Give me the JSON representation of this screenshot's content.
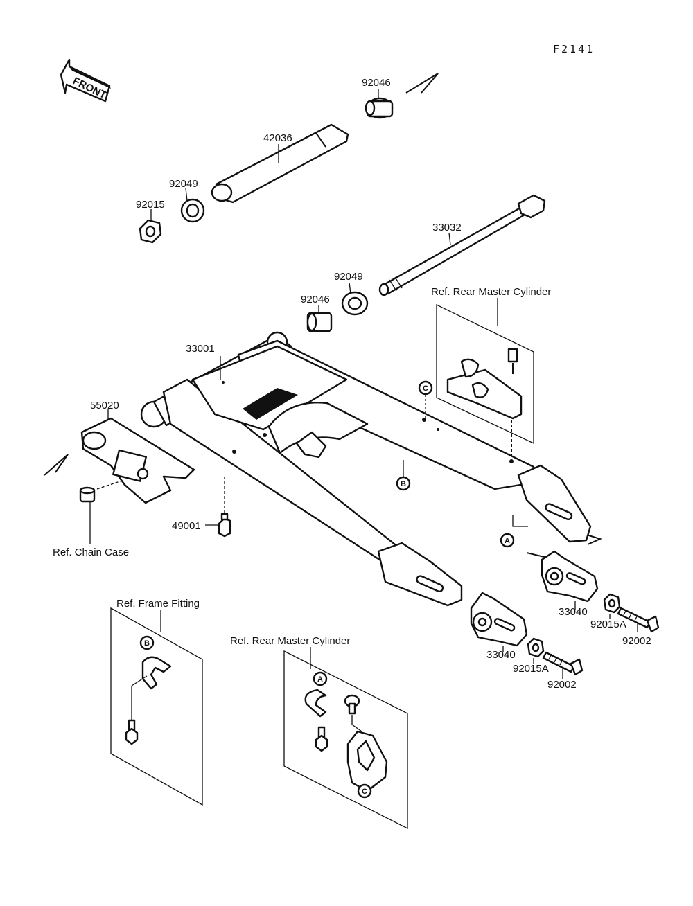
{
  "figure_code": "F2141",
  "front_label": "FRONT",
  "part_numbers": {
    "n92046_top": "92046",
    "n42036": "42036",
    "n92049_left": "92049",
    "n92015": "92015",
    "n33032": "33032",
    "n92049_mid": "92049",
    "n92046_mid": "92046",
    "n33001": "33001",
    "n55020": "55020",
    "n49001": "49001",
    "n33040_right": "33040",
    "n92015A_right": "92015A",
    "n92002_right": "92002",
    "n33040_left": "33040",
    "n92015A_left": "92015A",
    "n92002_left": "92002"
  },
  "references": {
    "rear_master_top": "Ref. Rear Master Cylinder",
    "chain_case": "Ref. Chain Case",
    "frame_fitting": "Ref. Frame Fitting",
    "rear_master_bottom": "Ref. Rear Master Cylinder"
  },
  "markers": {
    "A_main": "A",
    "B_main": "B",
    "C_main": "C",
    "B_frame": "B",
    "A_rear": "A",
    "C_rear": "C"
  }
}
